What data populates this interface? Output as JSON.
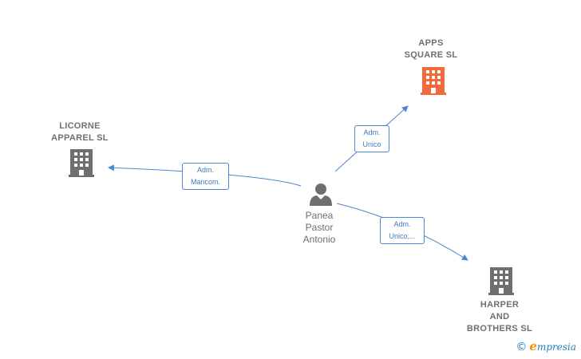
{
  "colors": {
    "edge": "#4a86d1",
    "company_default": "#6f6f6f",
    "company_highlight": "#f26a3a",
    "person": "#6f6f6f"
  },
  "person": {
    "name": "Panea\nPastor\nAntonio",
    "icon": "person-icon"
  },
  "companies": {
    "apps_square": {
      "name": "APPS\nSQUARE SL",
      "icon": "building-icon",
      "highlighted": true
    },
    "licorne": {
      "name": "LICORNE\nAPPAREL SL",
      "icon": "building-icon",
      "highlighted": false
    },
    "harper": {
      "name": "HARPER\nAND\nBROTHERS SL",
      "icon": "building-icon",
      "highlighted": false
    }
  },
  "relations": {
    "to_apps_square": "Adm.\nUnico",
    "to_licorne": "Adm.\nMancom.",
    "to_harper": "Adm.\nUnico,..."
  },
  "watermark": {
    "copyright": "©",
    "brand_initial": "e",
    "brand_rest": "mpresia"
  }
}
